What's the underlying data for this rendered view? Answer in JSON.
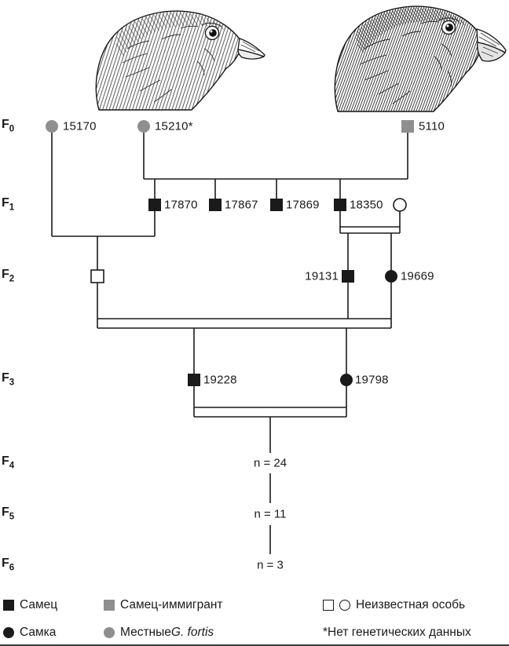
{
  "generations": [
    {
      "name": "F",
      "sub": "0"
    },
    {
      "name": "F",
      "sub": "1"
    },
    {
      "name": "F",
      "sub": "2"
    },
    {
      "name": "F",
      "sub": "3"
    },
    {
      "name": "F",
      "sub": "4"
    },
    {
      "name": "F",
      "sub": "5"
    },
    {
      "name": "F",
      "sub": "6"
    }
  ],
  "individuals": {
    "i15170": "15170",
    "i15210": "15210*",
    "i5110": "5110",
    "i17870": "17870",
    "i17867": "17867",
    "i17869": "17869",
    "i18350": "18350",
    "i19131": "19131",
    "i19669": "19669",
    "i19228": "19228",
    "i19798": "19798"
  },
  "offspring_counts": {
    "f4": "n = 24",
    "f5": "n = 11",
    "f6": "n = 3"
  },
  "legend": {
    "male": "Самец",
    "female": "Самка",
    "immigrant_male": "Самец-иммигрант",
    "local_prefix": "Местные ",
    "local_species": "G. fortis",
    "unknown_individual": "Неизвестная особь",
    "no_genetic_data": "*Нет генетических данных"
  },
  "colors": {
    "black": "#1a1a1a",
    "gray": "#8f8f8f",
    "white": "#ffffff"
  }
}
